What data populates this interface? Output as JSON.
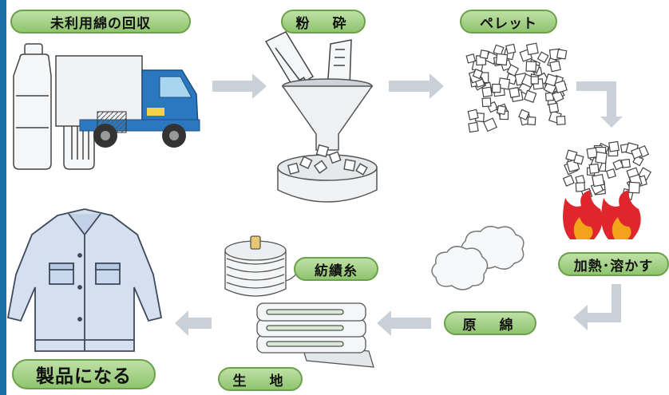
{
  "steps": {
    "collection": "未利用綿の回収",
    "crushing": "粉　砕",
    "pellet": "ペレット",
    "melting": "加熱･溶かす",
    "raw_cotton": "原　綿",
    "yarn": "紡績糸",
    "fabric": "生　地",
    "product": "製品になる"
  },
  "icons": [
    "bottles-icon",
    "truck-icon",
    "crushed-bottles-icon",
    "funnel-icon",
    "bowl-icon",
    "pellets-icon",
    "flame-icon",
    "cotton-cloud-icon",
    "yarn-spool-icon",
    "fabric-stack-icon",
    "jacket-icon",
    "arrow-right-icon",
    "arrow-down-icon",
    "arrow-left-icon"
  ],
  "colors": {
    "label_fill": "#a9d48d",
    "label_border": "#6aa14a",
    "arrow": "#c9d0d8",
    "truck_blue": "#2b78c0",
    "flame_red": "#e0262d",
    "flame_orange": "#f6a31c",
    "jacket_blue": "#d4dff0",
    "frame_blue": "#1a6fa8"
  }
}
